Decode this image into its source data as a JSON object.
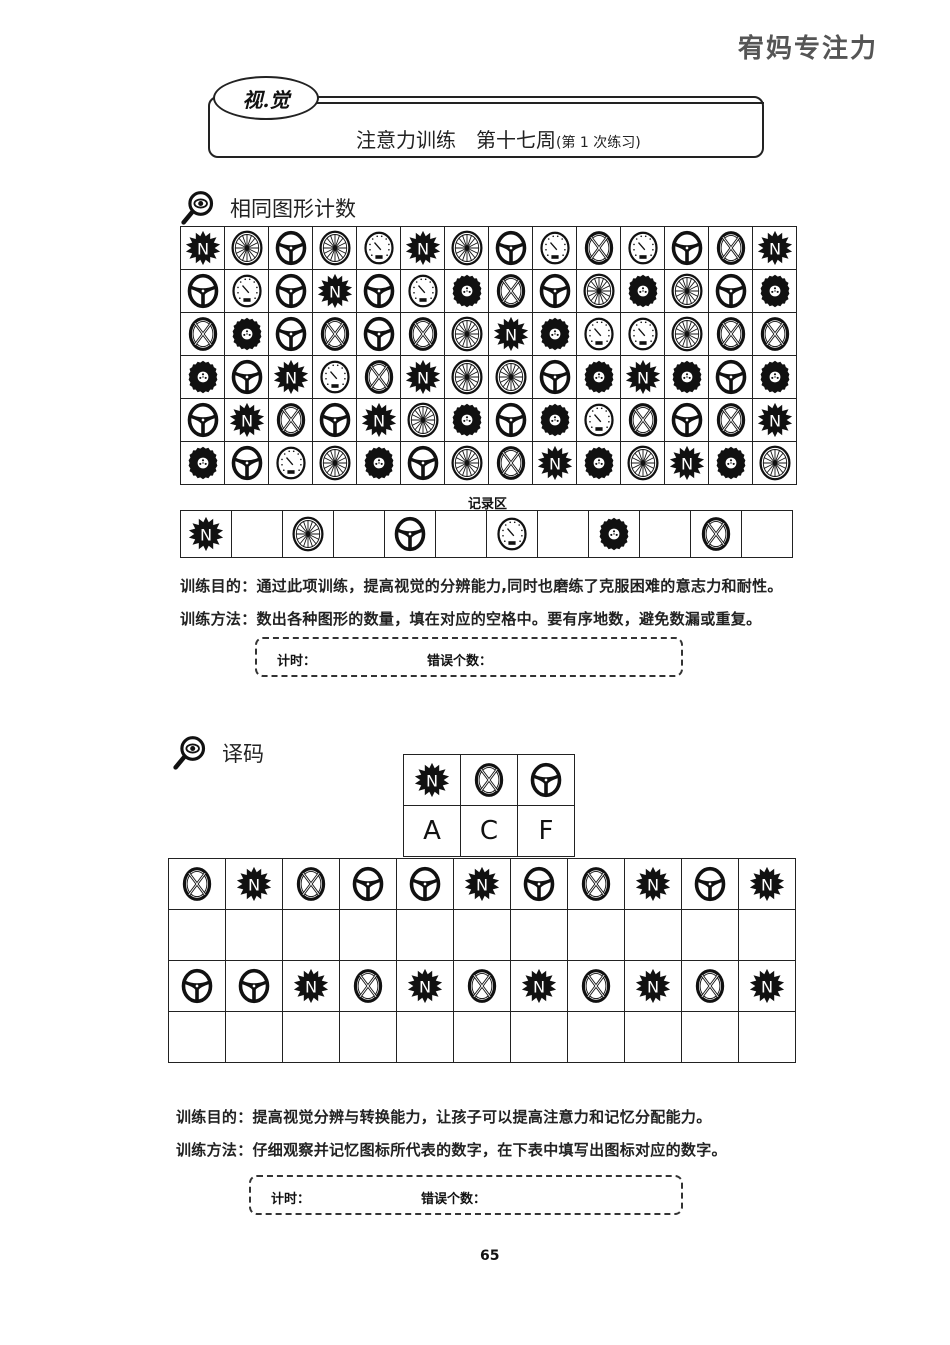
{
  "watermark": "宥妈专注力",
  "header": {
    "badge": "视.觉",
    "title": "注意力训练　第十七周",
    "subtitle": "(第 1 次练习)"
  },
  "section1": {
    "title": "相同图形计数",
    "icon": "magnifier-eye-icon",
    "legend": {
      "N": "sun-badge-n-icon",
      "W": "spoked-wheel-icon",
      "S": "steering-wheel-icon",
      "G": "speedometer-gauge-icon",
      "X": "crossed-wheel-icon",
      "T": "tire-icon"
    },
    "grid": [
      [
        "N",
        "W",
        "S",
        "W",
        "G",
        "N",
        "W",
        "S",
        "G",
        "X",
        "G",
        "S",
        "X",
        "N"
      ],
      [
        "S",
        "G",
        "S",
        "N",
        "S",
        "G",
        "T",
        "X",
        "S",
        "W",
        "T",
        "W",
        "S",
        "T"
      ],
      [
        "X",
        "T",
        "S",
        "X",
        "S",
        "X",
        "W",
        "N",
        "T",
        "G",
        "G",
        "W",
        "X",
        "X"
      ],
      [
        "T",
        "S",
        "N",
        "G",
        "X",
        "N",
        "W",
        "W",
        "S",
        "T",
        "N",
        "T",
        "S",
        "T"
      ],
      [
        "S",
        "N",
        "X",
        "S",
        "N",
        "W",
        "T",
        "S",
        "T",
        "G",
        "X",
        "S",
        "X",
        "N"
      ],
      [
        "T",
        "S",
        "G",
        "W",
        "T",
        "S",
        "W",
        "X",
        "N",
        "T",
        "W",
        "N",
        "T",
        "W"
      ]
    ],
    "record_label": "记录区",
    "record": [
      {
        "icon": "N",
        "count": ""
      },
      {
        "icon": "W",
        "count": ""
      },
      {
        "icon": "S",
        "count": ""
      },
      {
        "icon": "G",
        "count": ""
      },
      {
        "icon": "T",
        "count": ""
      },
      {
        "icon": "X",
        "count": ""
      }
    ],
    "purpose": "训练目的：通过此项训练，提高视觉的分辨能力,同时也磨练了克服困难的意志力和耐性。",
    "method": "训练方法：数出各种图形的数量，填在对应的空格中。要有序地数，避免数漏或重复。",
    "timer_label": "计时：",
    "errors_label": "错误个数："
  },
  "section2": {
    "title": "译码",
    "icon": "magnifier-eye-icon",
    "key": [
      {
        "icon": "N",
        "code": "A"
      },
      {
        "icon": "X",
        "code": "C"
      },
      {
        "icon": "S",
        "code": "F"
      }
    ],
    "rows": [
      [
        "X",
        "N",
        "X",
        "S",
        "S",
        "N",
        "S",
        "X",
        "N",
        "S",
        "N"
      ],
      [
        "S",
        "S",
        "N",
        "X",
        "N",
        "X",
        "N",
        "X",
        "N",
        "X",
        "N"
      ]
    ],
    "purpose": "训练目的：提高视觉分辨与转换能力，让孩子可以提高注意力和记忆分配能力。",
    "method": "训练方法：仔细观察并记忆图标所代表的数字，在下表中填写出图标对应的数字。",
    "timer_label": "计时：",
    "errors_label": "错误个数："
  },
  "page_number": "65"
}
